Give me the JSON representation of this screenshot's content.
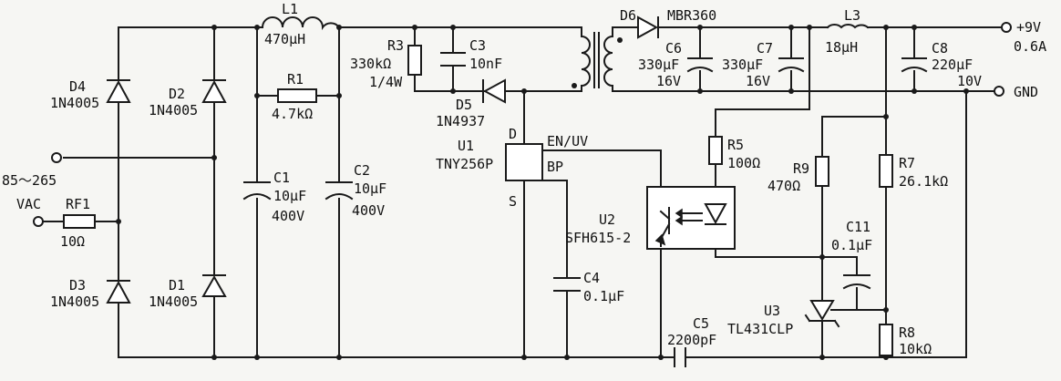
{
  "labels": {
    "L1": "L1",
    "L1_val": "470μH",
    "R1": "R1",
    "R1_val": "4.7kΩ",
    "R3": "R3",
    "R3_val": "330kΩ",
    "R3_pwr": "1/4W",
    "C3": "C3",
    "C3_val": "10nF",
    "D5": "D5",
    "D5_part": "1N4937",
    "D6": "D6",
    "D6_part": "MBR360",
    "C6": "C6",
    "C6_val": "330μF",
    "C6_v": "16V",
    "C7": "C7",
    "C7_val": "330μF",
    "C7_v": "16V",
    "L3": "L3",
    "L3_val": "18μH",
    "C8": "C8",
    "C8_val": "220μF",
    "C8_v": "10V",
    "out_v": "+9V",
    "out_i": "0.6A",
    "gnd": "GND",
    "D4": "D4",
    "D4_part": "1N4005",
    "D2": "D2",
    "D2_part": "1N4005",
    "D3": "D3",
    "D3_part": "1N4005",
    "D1": "D1",
    "D1_part": "1N4005",
    "vin_range": "85～265",
    "vac": "VAC",
    "RF1": "RF1",
    "RF1_val": "10Ω",
    "C1": "C1",
    "C1_val": "10μF",
    "C1_v": "400V",
    "C2": "C2",
    "C2_val": "10μF",
    "C2_v": "400V",
    "U1": "U1",
    "U1_part": "TNY256P",
    "pin_D": "D",
    "pin_S": "S",
    "pin_BP": "BP",
    "pin_ENUV": "EN/UV",
    "U2": "U2",
    "U2_part": "SFH615-2",
    "C4": "C4",
    "C4_val": "0.1μF",
    "R5": "R5",
    "R5_val": "100Ω",
    "R9": "R9",
    "R9_val": "470Ω",
    "R7": "R7",
    "R7_val": "26.1kΩ",
    "C11": "C11",
    "C11_val": "0.1μF",
    "U3": "U3",
    "U3_part": "TL431CLP",
    "R8": "R8",
    "R8_val": "10kΩ",
    "C5": "C5",
    "C5_val": "2200pF"
  }
}
